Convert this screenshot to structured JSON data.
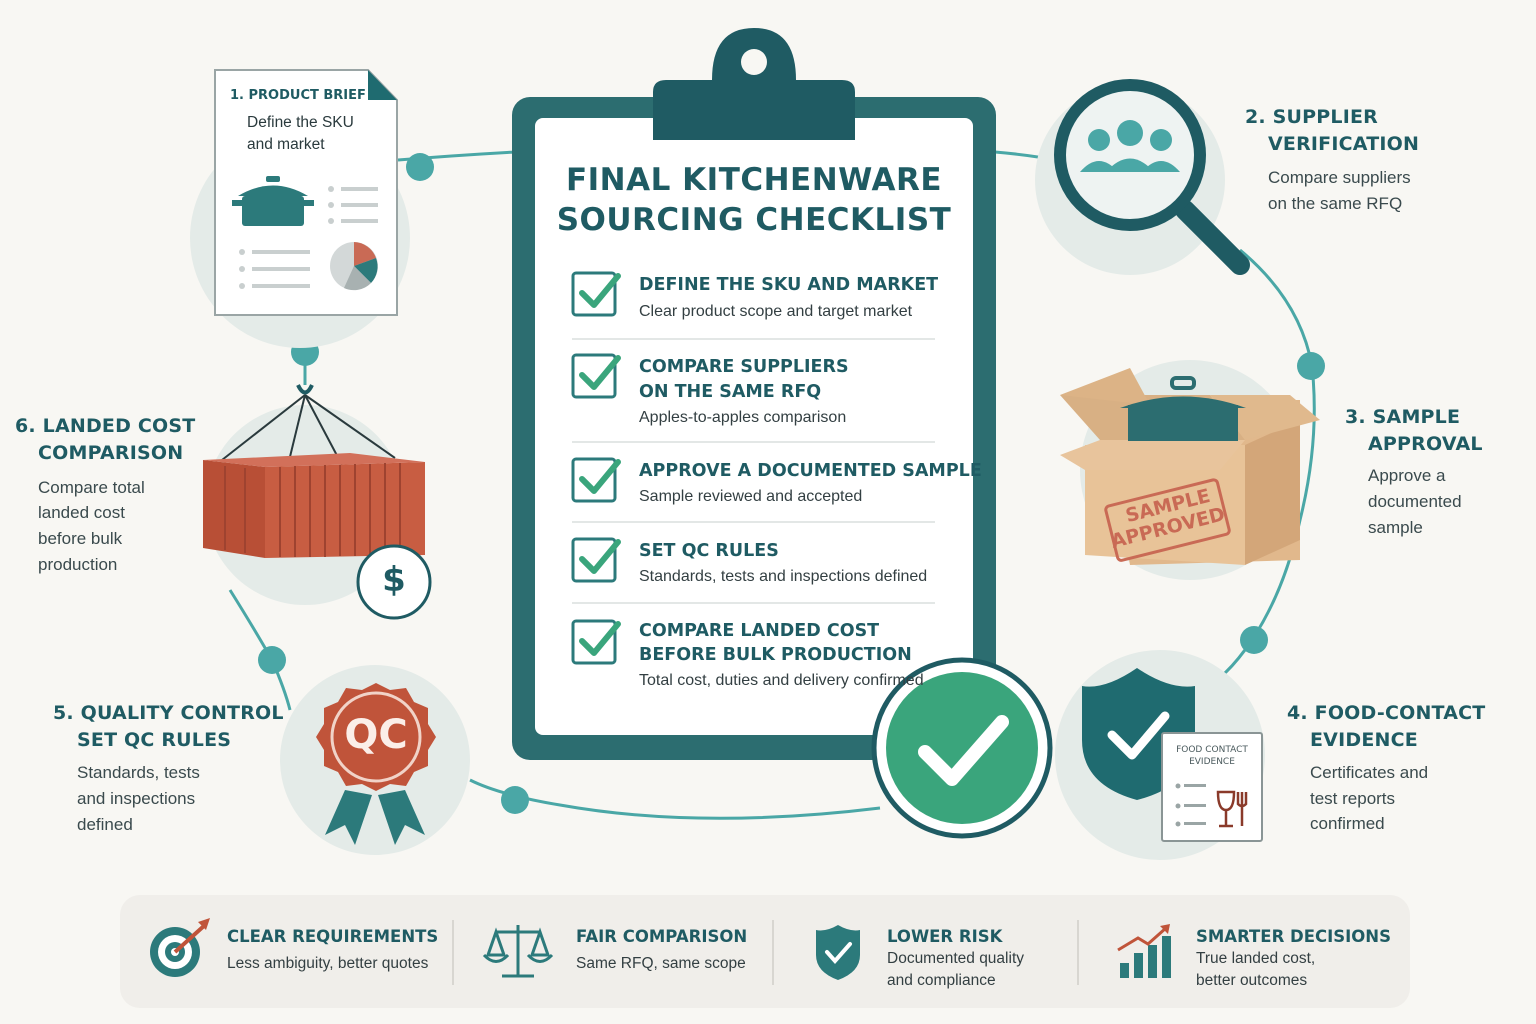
{
  "checklist": {
    "title_line1": "FINAL KITCHENWARE",
    "title_line2": "SOURCING CHECKLIST",
    "items": [
      {
        "title1": "DEFINE THE SKU AND MARKET",
        "title2": "",
        "desc": "Clear product scope and target market"
      },
      {
        "title1": "COMPARE SUPPLIERS",
        "title2": "ON THE SAME RFQ",
        "desc": "Apples-to-apples comparison"
      },
      {
        "title1": "APPROVE A DOCUMENTED SAMPLE",
        "title2": "",
        "desc": "Sample reviewed and accepted"
      },
      {
        "title1": "SET QC RULES",
        "title2": "",
        "desc": "Standards, tests and inspections defined"
      },
      {
        "title1": "COMPARE LANDED COST",
        "title2": "BEFORE BULK PRODUCTION",
        "desc": "Total cost, duties and delivery confirmed"
      }
    ]
  },
  "steps": {
    "product": {
      "title": "1. PRODUCT BRIEF",
      "line1": "Define the SKU",
      "line2": "and market"
    },
    "supplier": {
      "title1": "2. SUPPLIER",
      "title2": "VERIFICATION",
      "line1": "Compare suppliers",
      "line2": "on the same RFQ"
    },
    "sample": {
      "title1": "3. SAMPLE",
      "title2": "APPROVAL",
      "line1": "Approve a",
      "line2": "documented",
      "line3": "sample",
      "stamp1": "SAMPLE",
      "stamp2": "APPROVED"
    },
    "food": {
      "title1": "4. FOOD-CONTACT",
      "title2": "EVIDENCE",
      "line1": "Certificates and",
      "line2": "test reports",
      "line3": "confirmed",
      "card1": "FOOD CONTACT",
      "card2": "EVIDENCE"
    },
    "qc": {
      "title1": "5. QUALITY CONTROL",
      "title2": "SET QC RULES",
      "line1": "Standards, tests",
      "line2": "and inspections",
      "line3": "defined",
      "badge": "QC"
    },
    "landed": {
      "title1": "6. LANDED COST",
      "title2": "COMPARISON",
      "line1": "Compare total",
      "line2": "landed cost",
      "line3": "before bulk",
      "line4": "production",
      "symbol": "$"
    }
  },
  "benefits": [
    {
      "title": "CLEAR REQUIREMENTS",
      "line1": "Less ambiguity, better quotes",
      "line2": "",
      "icon": "target-icon"
    },
    {
      "title": "FAIR COMPARISON",
      "line1": "Same RFQ, same scope",
      "line2": "",
      "icon": "scale-icon"
    },
    {
      "title": "LOWER RISK",
      "line1": "Documented quality",
      "line2": "and compliance",
      "icon": "shield-check-icon"
    },
    {
      "title": "SMARTER DECISIONS",
      "line1": "True landed cost,",
      "line2": "better outcomes",
      "icon": "growth-chart-icon"
    }
  ],
  "colors": {
    "teal": "#1f6b70",
    "dark_teal": "#1f5b63",
    "green": "#3aa57c",
    "rust": "#c0543a",
    "accent_line": "#4aa7a6"
  }
}
